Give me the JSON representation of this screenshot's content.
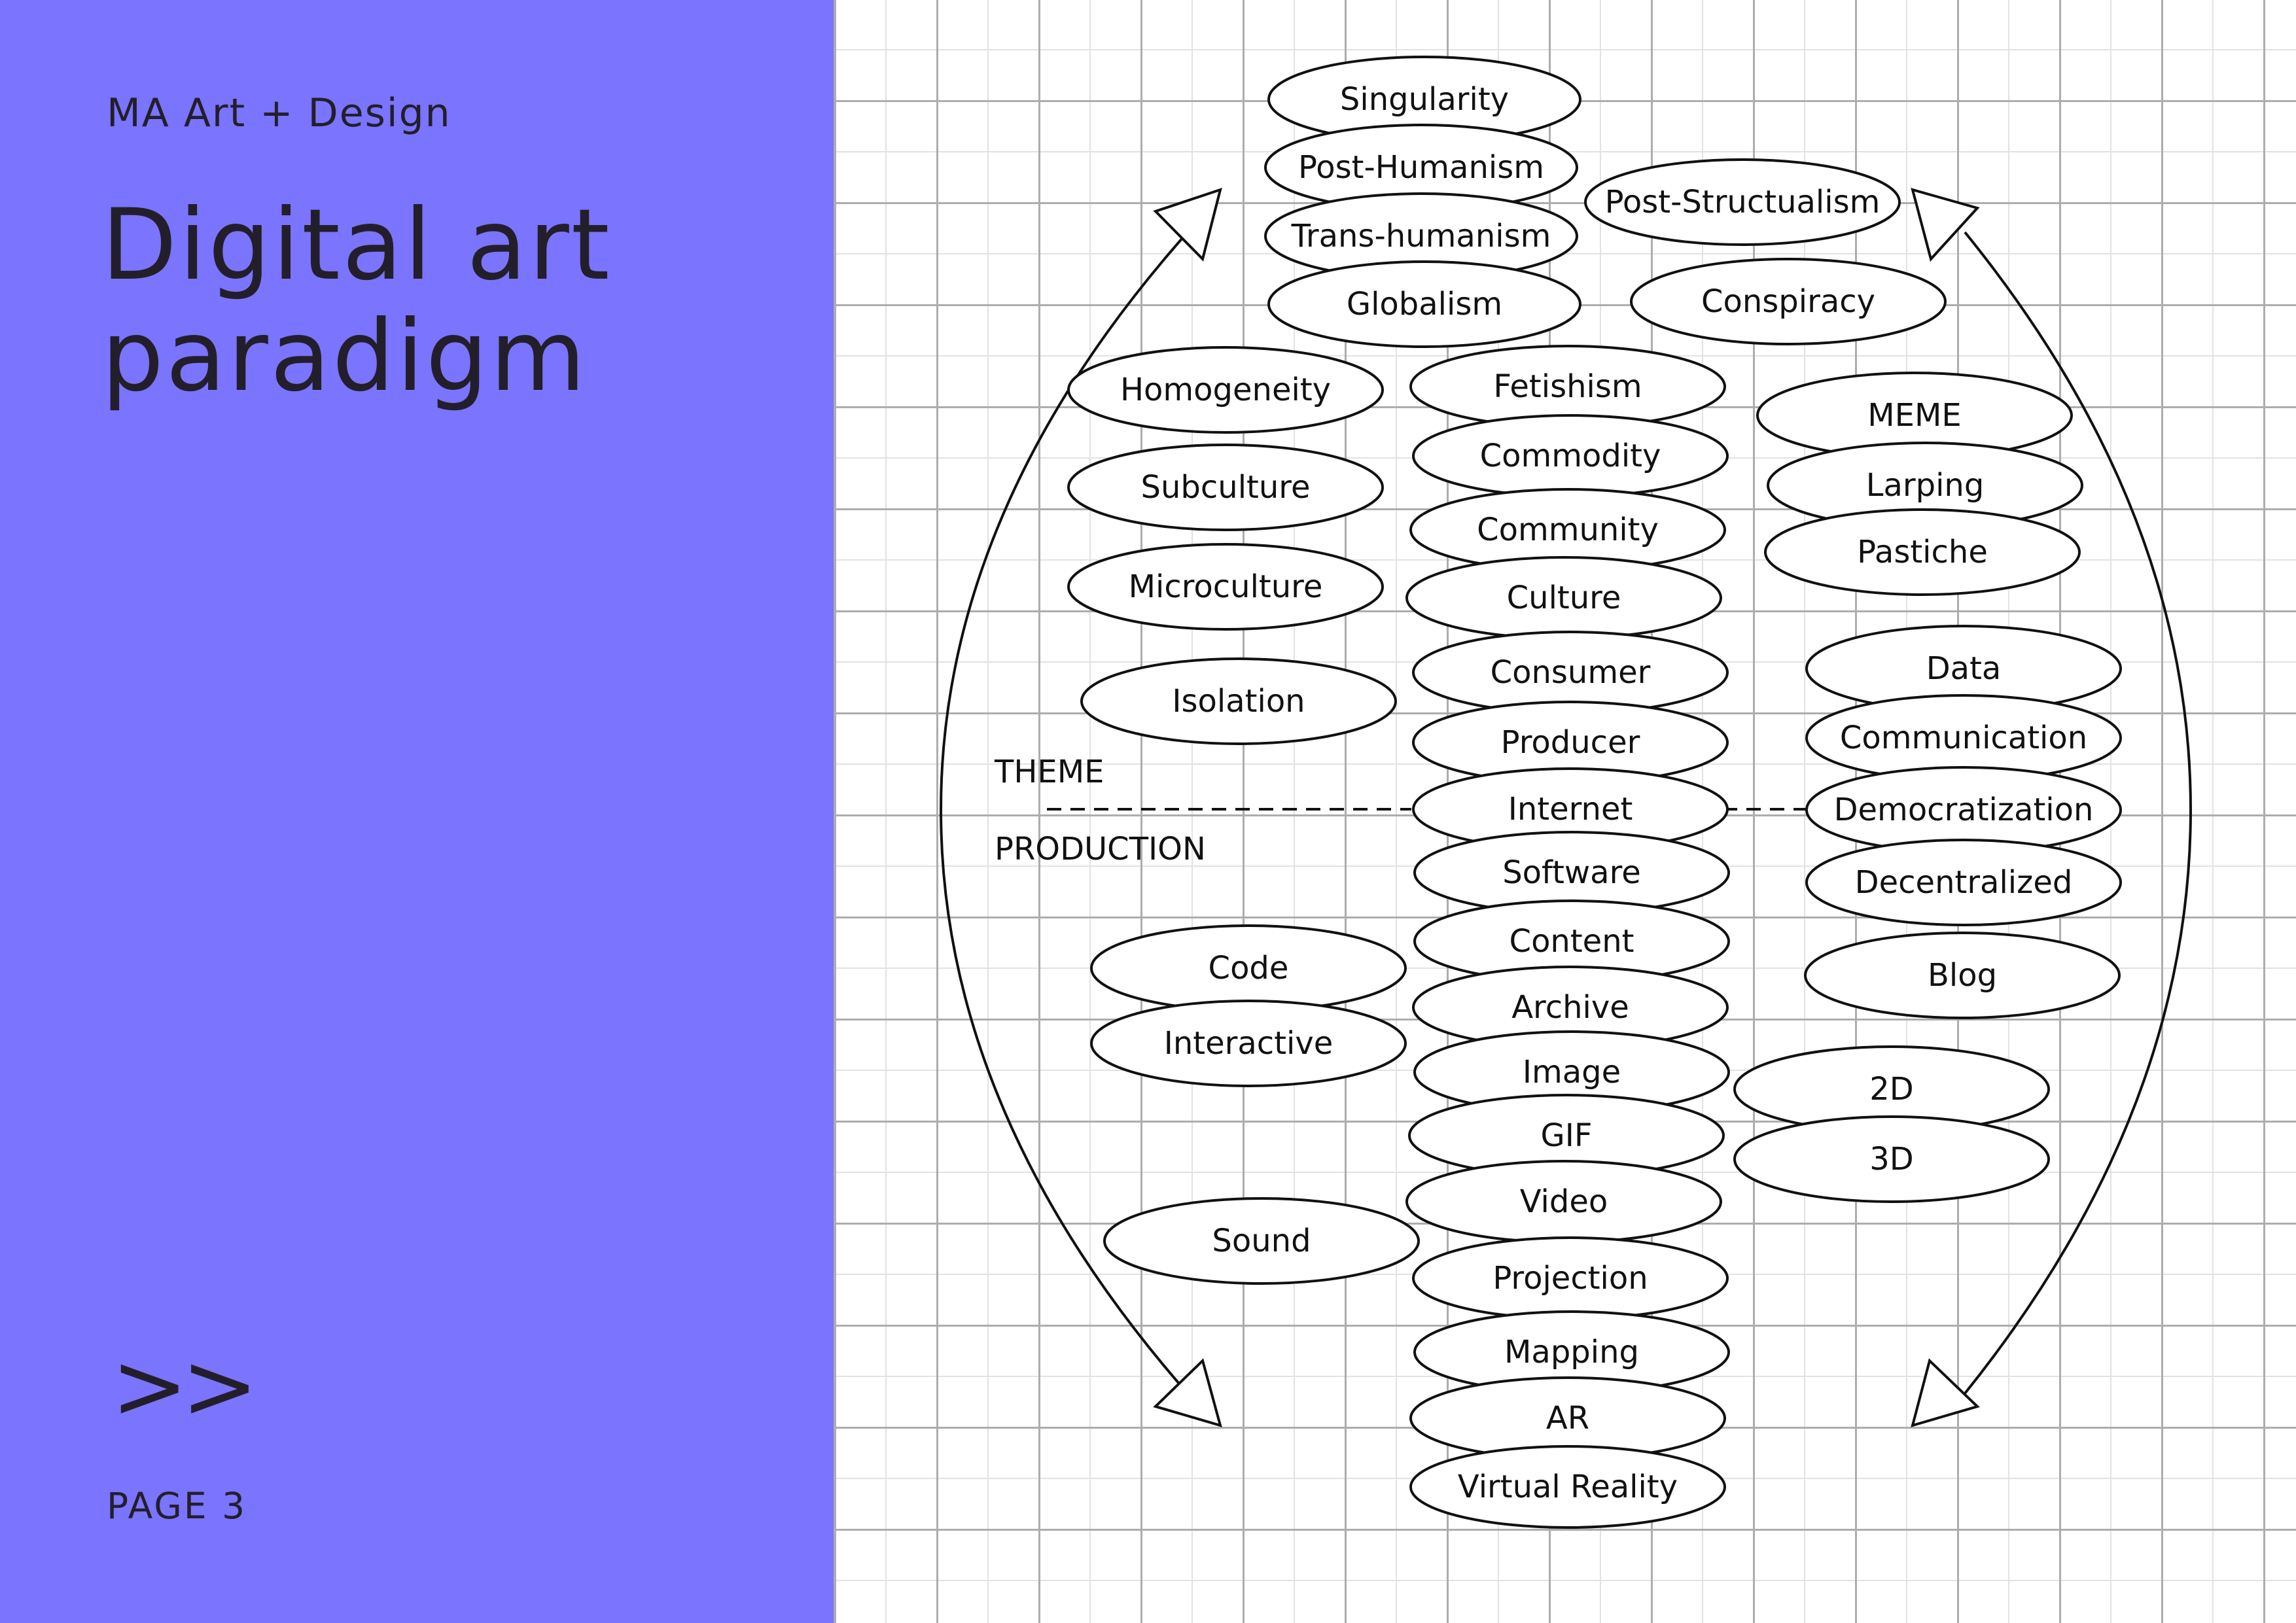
{
  "sidebar": {
    "course": "MA Art + Design",
    "title_line1": "Digital art",
    "title_line2": "paradigm",
    "next_symbol": ">>",
    "page_label": "PAGE 3",
    "background_color": "#7a74ff",
    "text_color": "#231f2a"
  },
  "diagram": {
    "section_theme": "THEME",
    "section_production": "PRODUCTION",
    "columns": {
      "top": [
        "Singularity",
        "Post-Humanism",
        "Trans-humanism",
        "Globalism"
      ],
      "top_right": [
        "Post-Structualism",
        "Conspiracy"
      ],
      "left": [
        "Homogeneity",
        "Subculture",
        "Microculture",
        "Isolation",
        "Code",
        "Interactive",
        "Sound"
      ],
      "center": [
        "Fetishism",
        "Commodity",
        "Community",
        "Culture",
        "Consumer",
        "Producer",
        "Internet",
        "Software",
        "Content",
        "Archive",
        "Image",
        "GIF",
        "Video",
        "Projection",
        "Mapping",
        "AR",
        "Virtual Reality"
      ],
      "right": [
        "MEME",
        "Larping",
        "Pastiche",
        "Data",
        "Communication",
        "Democratization",
        "Decentralized",
        "Blog",
        "2D",
        "3D"
      ]
    },
    "icons": [
      "arrow-up-left-icon",
      "arrow-down-left-icon",
      "arrow-up-right-icon",
      "arrow-down-right-icon"
    ]
  }
}
